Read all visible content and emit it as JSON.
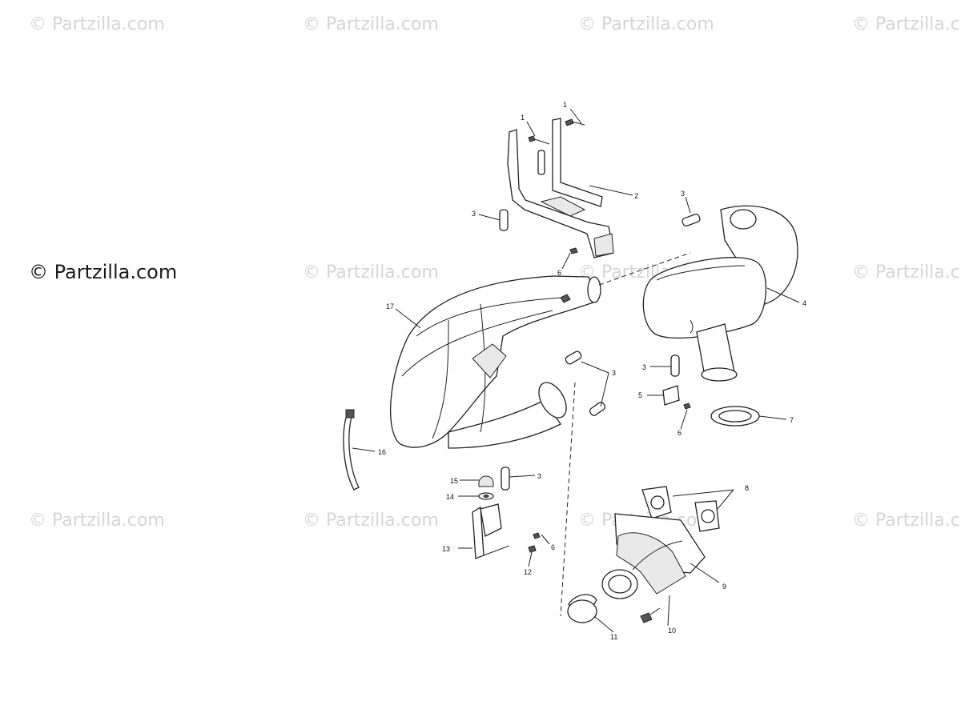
{
  "watermark": {
    "text": "© Partzilla.com"
  },
  "brand_label": "© Partzilla.com",
  "callouts": {
    "c1a": "1",
    "c1b": "1",
    "c2": "2",
    "c3a": "3",
    "c3b": "3",
    "c3c": "3",
    "c3d": "3",
    "c3e": "3",
    "c4": "4",
    "c5": "5",
    "c6a": "6",
    "c6b": "6",
    "c6c": "6",
    "c7": "7",
    "c8": "8",
    "c9": "9",
    "c10": "10",
    "c11": "11",
    "c12": "12",
    "c13": "13",
    "c14": "14",
    "c15": "15",
    "c16": "16",
    "c17": "17"
  }
}
